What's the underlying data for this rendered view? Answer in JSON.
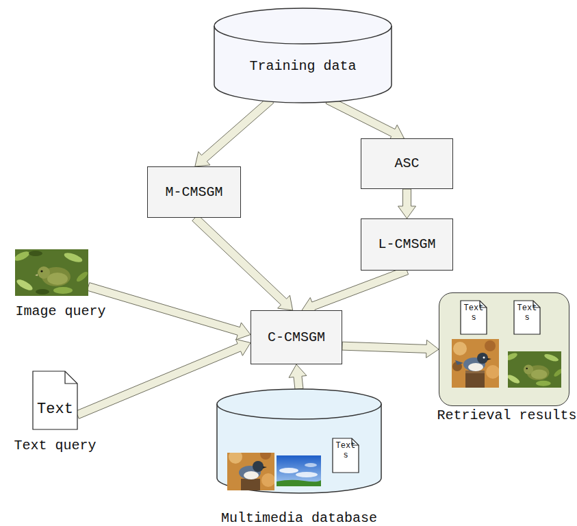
{
  "diagram": {
    "nodes": [
      {
        "text": [
          "Training data"
        ]
      },
      {
        "text": [
          "M-CMSGM"
        ]
      },
      {
        "text": [
          "ASC"
        ]
      },
      {
        "text": [
          "L-CMSGM"
        ]
      },
      {
        "text": [
          "Image query"
        ]
      },
      {
        "text": [
          "C-CMSGM"
        ]
      },
      {
        "text": [
          "Retrieval results"
        ]
      },
      {
        "text": [
          "Text s"
        ],
        "in": 6
      },
      {
        "text": [
          "Text s"
        ],
        "in": 6
      },
      {
        "text": [
          "Text",
          "Text query"
        ]
      },
      {
        "text": [
          "Multimedia database"
        ]
      },
      {
        "text": [
          "Text s"
        ],
        "in": 10
      }
    ],
    "edges": [
      {
        "from": 0,
        "to": 1,
        "arrow": "to"
      },
      {
        "from": 0,
        "to": 2,
        "arrow": "to"
      },
      {
        "from": 2,
        "to": 3,
        "arrow": "to"
      },
      {
        "from": 1,
        "to": 5,
        "arrow": "to"
      },
      {
        "from": 3,
        "to": 5,
        "arrow": "to"
      },
      {
        "from": 4,
        "to": 5,
        "arrow": "to"
      },
      {
        "from": 9,
        "to": 5,
        "arrow": "to"
      },
      {
        "from": 10,
        "to": 5,
        "arrow": "to"
      },
      {
        "from": 5,
        "to": 6,
        "arrow": "to"
      }
    ]
  }
}
